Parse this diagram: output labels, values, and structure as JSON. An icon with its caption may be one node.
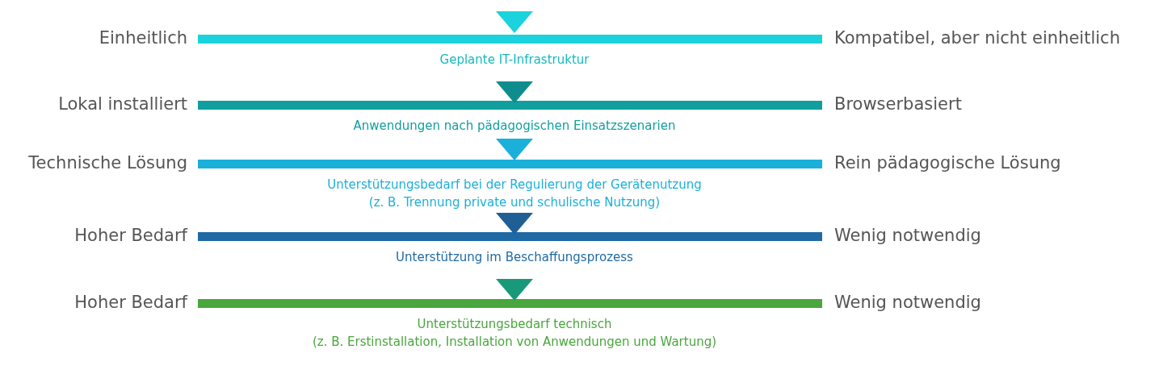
{
  "diagram": {
    "nodes": [
      {
        "text": [],
        "shape": "bar",
        "beside": [
          "Einheitlich",
          "Kompatibel, aber nicht einheitlich",
          "Geplante IT-Infrastruktur"
        ]
      },
      {
        "text": [],
        "shape": "bar",
        "beside": [
          "Lokal installiert",
          "Browserbasiert",
          "Anwendungen nach pädagogischen Einsatzszenarien"
        ]
      },
      {
        "text": [],
        "shape": "bar",
        "beside": [
          "Technische Lösung",
          "Rein pädagogische Lösung",
          "Unterstützungsbedarf bei der Regulierung der Gerätenutzung (z. B. Trennung private und schulische Nutzung)"
        ]
      },
      {
        "text": [],
        "shape": "bar",
        "beside": [
          "Hoher Bedarf",
          "Wenig notwendig",
          "Unterstützung im Beschaffungsprozess"
        ]
      },
      {
        "text": [],
        "shape": "bar",
        "beside": [
          "Hoher Bedarf",
          "Wenig notwendig",
          "Unterstützungsbedarf technisch (z. B. Erstinstallation, Installation von Anwendungen und Wartung)"
        ]
      }
    ]
  }
}
